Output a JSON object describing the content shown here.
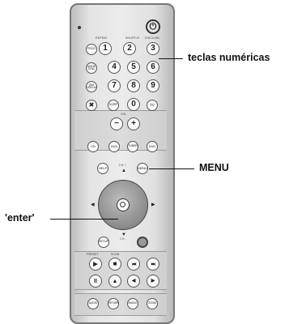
{
  "labels": {
    "numeric_keys": "teclas numéricas",
    "menu": "MENU",
    "enter": "'enter'"
  },
  "captions": {
    "repeat": "REPEAT",
    "shuffle": "SHUFFLE",
    "disc_usb": "DISC/USB",
    "vol": "VOL",
    "ch_plus": "CH +",
    "ch_minus": "CH -",
    "preset": "PRESET",
    "scan": "SCAN"
  },
  "buttons": {
    "prog": "PROG",
    "audio_sync": "AUDIO SYNC",
    "dim": "DIM DISPLAY",
    "mute": "✖",
    "sleep": "SLEEP",
    "tv": "TV",
    "num": [
      "1",
      "2",
      "3",
      "4",
      "5",
      "6",
      "7",
      "8",
      "9",
      "0"
    ],
    "vol_minus": "−",
    "vol_plus": "+",
    "src_cd": "CD",
    "src_aux": "AUX",
    "src_tuner": "TUNER",
    "src_dvd": "DVD",
    "help": "HELP",
    "menu": "MENU",
    "setup": "SETUP",
    "play": "▶",
    "stop": "■",
    "prev": "|◀◀",
    "next": "▶▶|",
    "pause": "II",
    "eject": "▲",
    "left": "◀",
    "right": "▶",
    "audio": "AUDIO",
    "return": "RETURN",
    "angle": "ANGLE",
    "zoom": "ZOOM",
    "power": "⏻"
  }
}
